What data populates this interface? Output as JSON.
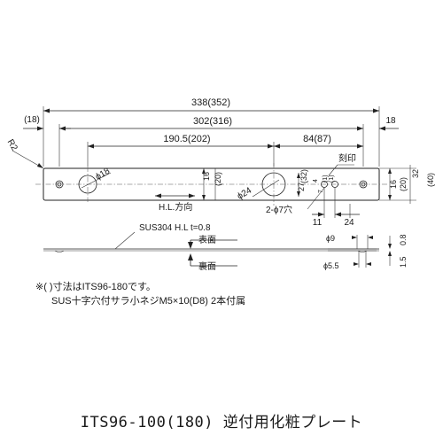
{
  "dims": {
    "total_width": "338(352)",
    "outer_left": "(18)",
    "pitch": "302(316)",
    "right_margin": "18",
    "from_left": "190.5(202)",
    "from_right": "84(87)",
    "radius": "R2",
    "hole_small_dia": "ϕ18",
    "hole_large_dia": "ϕ24",
    "height_16_left": "16",
    "height_20_left": "(20)",
    "height_27": "27",
    "height_32": "(32)",
    "height_16_right": "16",
    "height_20_right": "(20)",
    "height_32_right": "32",
    "height_40_right": "(40)",
    "inner_4": "4",
    "inner_1": "(1)",
    "inner_7": "7",
    "inner_1b": "(1)",
    "dim_11": "11",
    "dim_24": "24"
  },
  "labels": {
    "engraving": "刻印",
    "hl_direction": "H.L.方向",
    "two_holes": "2-ϕ7穴",
    "material": "SUS304 H.L t=0.8",
    "front": "表面",
    "back": "裏面",
    "side_dia9": "ϕ9",
    "side_dia55": "ϕ5.5",
    "side_t08": "0.8",
    "side_15": "1.5"
  },
  "notes": {
    "line1": "※(  )寸法はITS96-180です。",
    "line2": "SUS十字穴付サラ小ネジM5×10(D8) 2本付属"
  },
  "caption": "ITS96-100(180) 逆付用化粧プレート"
}
